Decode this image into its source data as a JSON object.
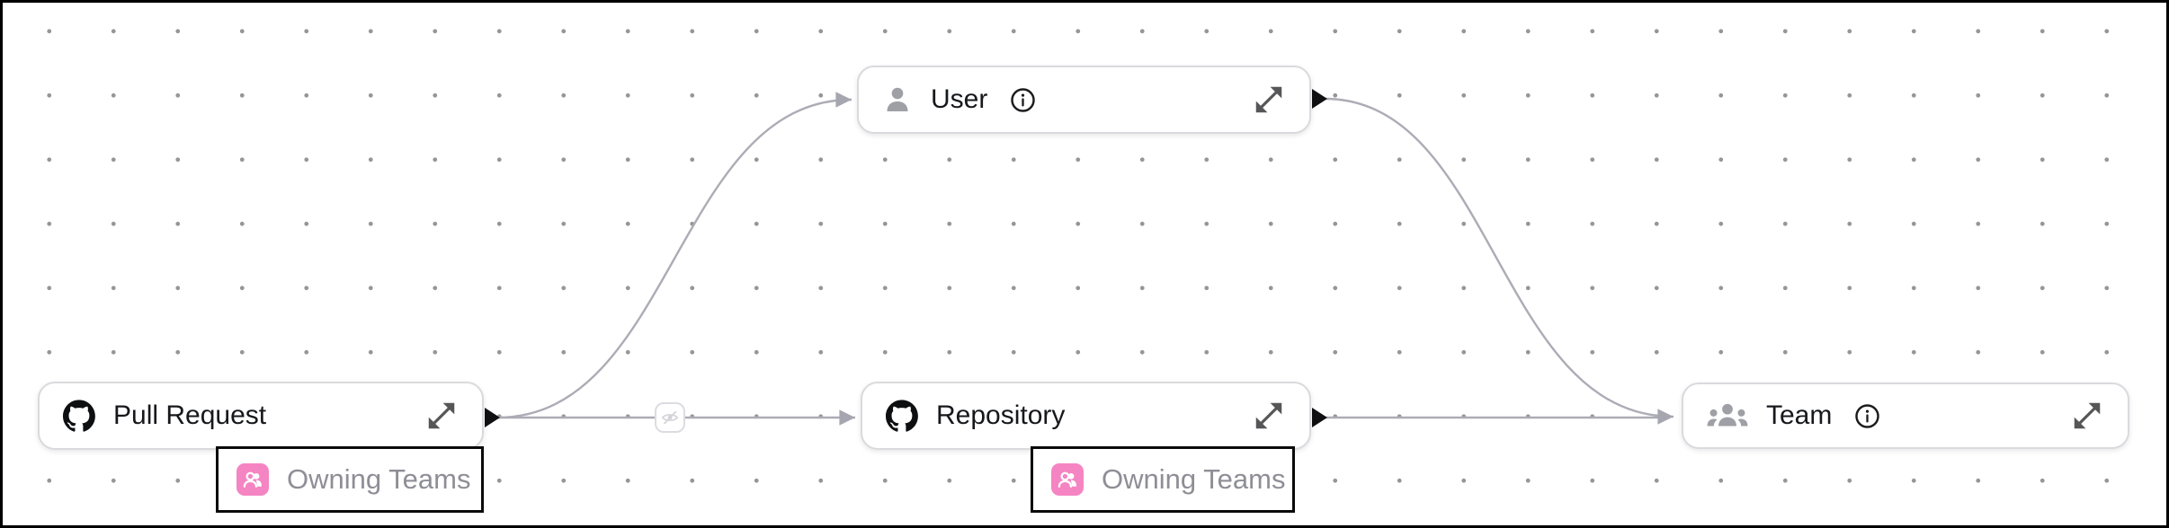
{
  "canvas": {
    "type": "entity-relationship-graph",
    "background_color": "#ffffff",
    "dot_grid_color": "#969696",
    "frame_color": "#000000"
  },
  "nodes": [
    {
      "id": "pull-request",
      "label": "Pull Request",
      "icon": "github-icon",
      "has_info": false,
      "has_expand": true
    },
    {
      "id": "user",
      "label": "User",
      "icon": "person-icon",
      "has_info": true,
      "has_expand": true
    },
    {
      "id": "repository",
      "label": "Repository",
      "icon": "github-icon",
      "has_info": false,
      "has_expand": true
    },
    {
      "id": "team",
      "label": "Team",
      "icon": "people-group-icon",
      "has_info": true,
      "has_expand": true
    }
  ],
  "badges": [
    {
      "id": "badge-1",
      "label": "Owning Teams",
      "icon": "teams-pink-icon",
      "under_node": "Pull Request",
      "highlighted": true
    },
    {
      "id": "badge-2",
      "label": "Owning Teams",
      "icon": "teams-pink-icon",
      "under_node": "Repository",
      "highlighted": true
    }
  ],
  "edges": [
    {
      "source": "Pull Request",
      "target": "User"
    },
    {
      "source": "Pull Request",
      "target": "Repository",
      "midpoint_icon": "eye-off-icon"
    },
    {
      "source": "User",
      "target": "Team"
    },
    {
      "source": "Repository",
      "target": "Team"
    }
  ],
  "colors": {
    "edge": "#acacb6",
    "arrowhead": "#a6a6b0",
    "source_handle": "#101013",
    "node_border": "#dadade",
    "node_text": "#17181c",
    "muted_text": "#8e8e96",
    "icon_gray": "#9ea0a6",
    "accent_pink": "#f584c3",
    "hidden_chip": "#dcdce1"
  }
}
